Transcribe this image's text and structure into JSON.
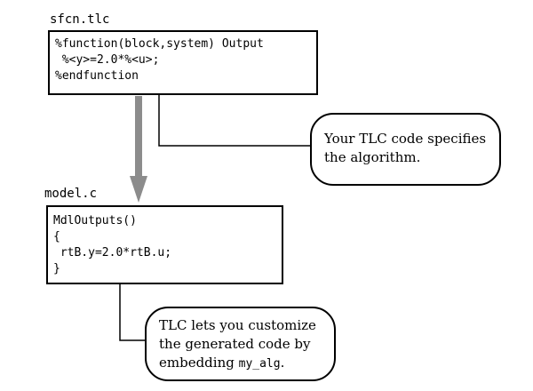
{
  "source_file": {
    "label": "sfcn.tlc",
    "lines": [
      "%function(block,system) Output",
      " %<y>=2.0*%<u>;",
      "%endfunction"
    ]
  },
  "output_file": {
    "label": "model.c",
    "lines": [
      "MdlOutputs()",
      "{",
      " rtB.y=2.0*rtB.u;",
      "}"
    ]
  },
  "callouts": {
    "algorithm": {
      "line1": "Your TLC code specifies",
      "line2": "the algorithm."
    },
    "customize": {
      "line1": "TLC lets you customize",
      "line2": "the generated code by",
      "line3_prefix": "embedding ",
      "line3_code": "my_alg",
      "line3_suffix": "."
    }
  },
  "colors": {
    "flow_arrow": "#8c8c8c",
    "pointer": "#000000"
  }
}
